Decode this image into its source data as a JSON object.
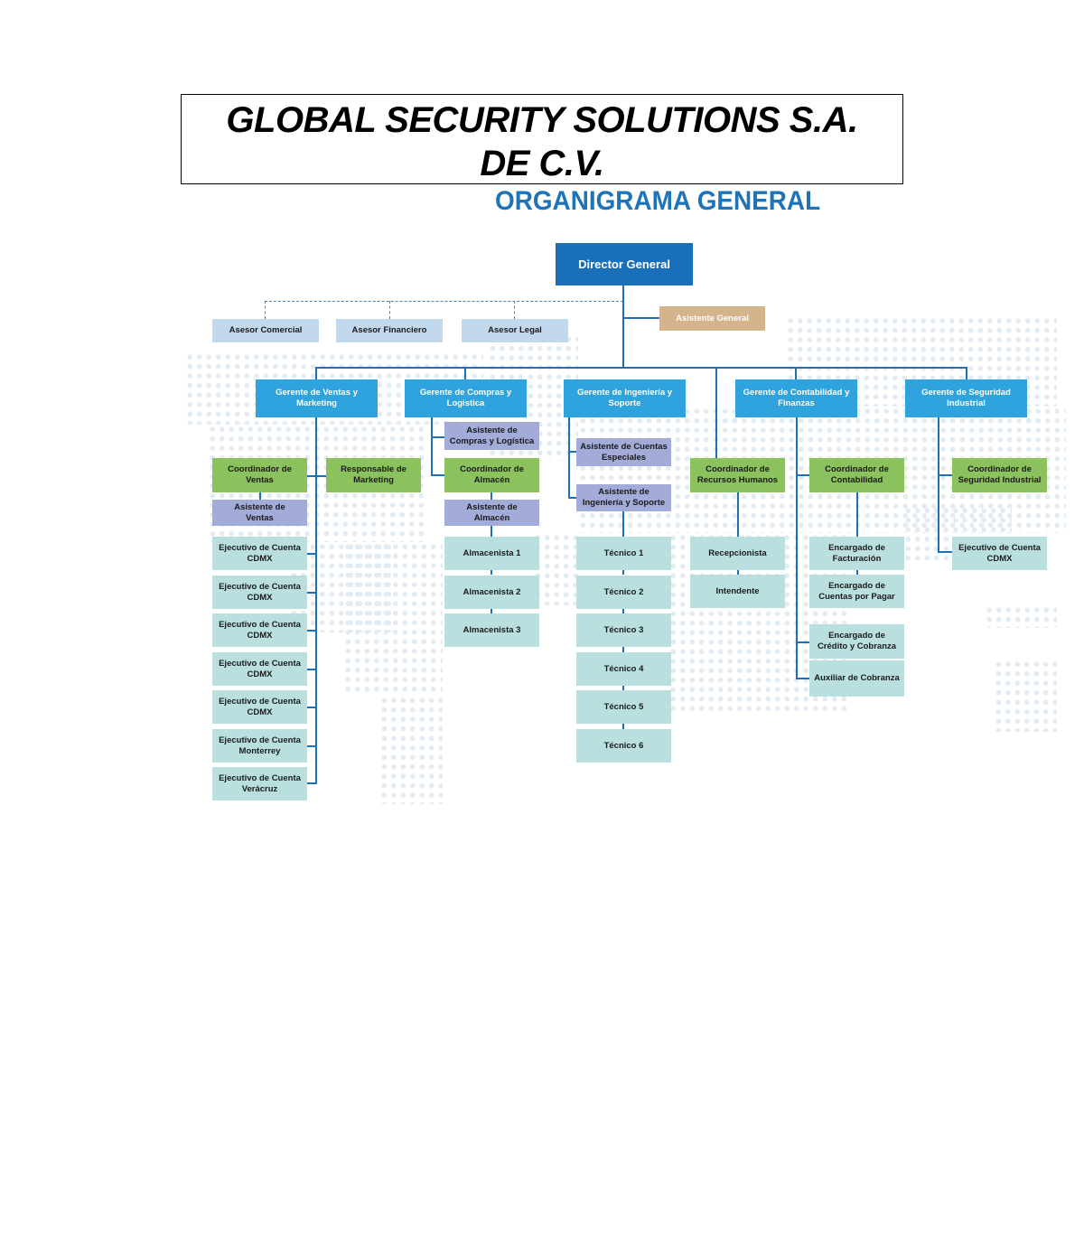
{
  "header": {
    "company_line1": "GLOBAL SECURITY SOLUTIONS S.A.",
    "company_line2": "DE C.V.",
    "chart_title": "ORGANIGRAMA  GENERAL"
  },
  "colors": {
    "director": "#1a6fbb",
    "advisor": "#c2d8ec",
    "general_assistant": "#d4b38d",
    "manager": "#2ea3de",
    "coordinator": "#8bc25d",
    "assistant": "#a3abd9",
    "employee": "#b9e0df",
    "connector": "#1d6fb8",
    "title_blue": "#1f74b8"
  },
  "org": {
    "director": "Director General",
    "general_assistant": "Asistente General",
    "advisors": [
      "Asesor Comercial",
      "Asesor Financiero",
      "Asesor Legal"
    ],
    "sales": {
      "manager": "Gerente de Ventas y Marketing",
      "coordinator": "Coordinador de Ventas",
      "marketing": "Responsable de Marketing",
      "assistant": "Asistente de Ventas",
      "executives": [
        "Ejecutivo de Cuenta CDMX",
        "Ejecutivo de Cuenta CDMX",
        "Ejecutivo de Cuenta CDMX",
        "Ejecutivo de Cuenta CDMX",
        "Ejecutivo de Cuenta CDMX",
        "Ejecutivo de Cuenta Monterrey",
        "Ejecutivo de Cuenta Verácruz"
      ]
    },
    "purchasing": {
      "manager": "Gerente de Compras y Logistica",
      "assistant": "Asistente de Compras y Logística",
      "coordinator": "Coordinador de Almacén",
      "warehouse_assistant": "Asistente de Almacén",
      "staff": [
        "Almacenista 1",
        "Almacenista 2",
        "Almacenista 3"
      ]
    },
    "engineering": {
      "manager": "Gerente de Ingeniería y Soporte",
      "assistant_accounts": "Asistente de Cuentas Especiales",
      "assistant_eng": "Asistente de Ingeniería y Soporte",
      "staff": [
        "Técnico 1",
        "Técnico 2",
        "Técnico 3",
        "Técnico 4",
        "Técnico 5",
        "Técnico 6"
      ]
    },
    "hr": {
      "coordinator": "Coordinador de Recursos Humanos",
      "staff": [
        "Recepcionista",
        "Intendente"
      ]
    },
    "accounting": {
      "manager": "Gerente de Contabilidad y Finanzas",
      "coordinator": "Coordinador de Contabilidad",
      "staff": [
        "Encargado de Facturación",
        "Encargado de Cuentas por Pagar"
      ],
      "credit": [
        "Encargado de Crédito y Cobranza",
        "Auxiliar de Cobranza"
      ]
    },
    "security": {
      "manager": "Gerente de Seguridad Industrial",
      "coordinator": "Coordinador de Seguridad Industrial",
      "staff": [
        "Ejecutivo de Cuenta CDMX"
      ]
    }
  }
}
